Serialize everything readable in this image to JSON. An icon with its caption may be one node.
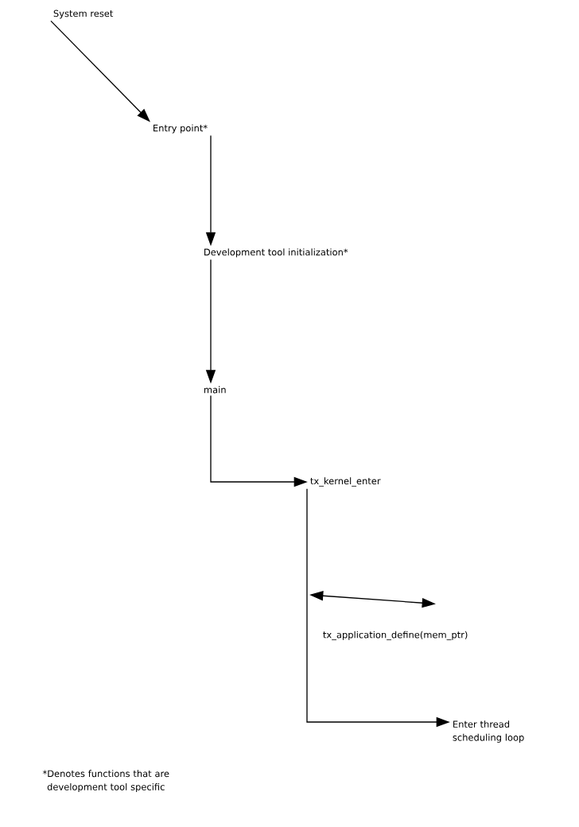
{
  "diagram": {
    "nodes": [
      {
        "text": [
          "System reset"
        ]
      },
      {
        "text": [
          "Entry point*"
        ]
      },
      {
        "text": [
          "Development tool initialization*"
        ]
      },
      {
        "text": [
          "main"
        ]
      },
      {
        "text": [
          "tx_kernel_enter"
        ]
      },
      {
        "text": [
          "tx_application_define(mem_ptr)"
        ]
      },
      {
        "text": [
          "Enter thread scheduling loop"
        ]
      }
    ],
    "edges": [
      {
        "from": 0,
        "to": 1,
        "arrow": "to"
      },
      {
        "from": 1,
        "to": 2,
        "arrow": "to"
      },
      {
        "from": 2,
        "to": 3,
        "arrow": "to"
      },
      {
        "from": 3,
        "to": 4,
        "arrow": "to"
      },
      {
        "from": null,
        "to": 5,
        "arrow": "both"
      },
      {
        "from": 4,
        "to": 6,
        "arrow": "to"
      }
    ],
    "labels": [
      "*Denotes functions that are development tool specific"
    ]
  }
}
